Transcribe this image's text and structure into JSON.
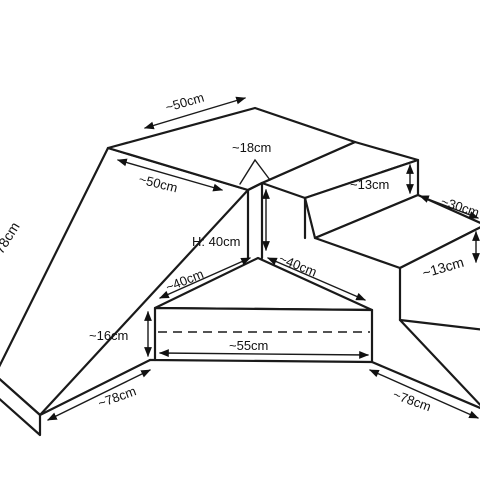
{
  "dimensions": {
    "top_width": "~50cm",
    "top_depth": "~50cm",
    "apex_gap": "~18cm",
    "step_rise_upper": "~13cm",
    "step_rise_lower": "~13cm",
    "step_tread": "~30cm",
    "height": "H: 40cm",
    "wedge_left": "~40cm",
    "wedge_right": "~40cm",
    "wedge_height": "~16cm",
    "wedge_length": "~55cm",
    "slope_length": "78cm",
    "base_left": "~78cm",
    "base_right": "~78cm"
  }
}
